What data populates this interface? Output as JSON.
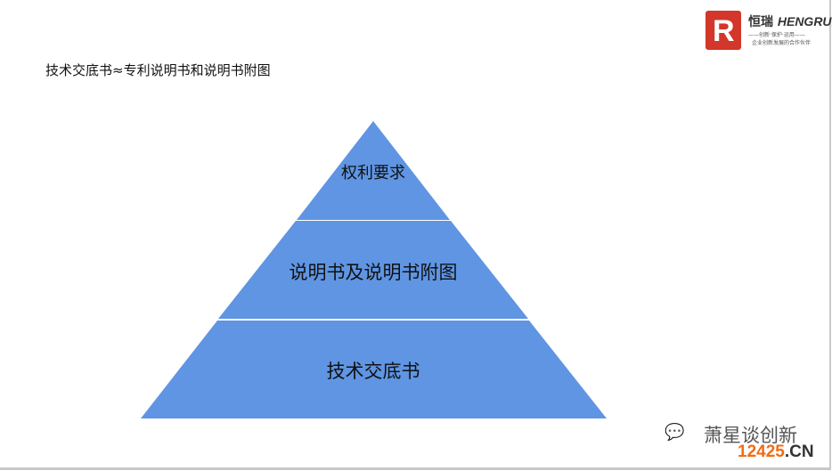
{
  "slide": {
    "title": "技术交底书≈专利说明书和说明书附图",
    "logo": {
      "brand_cn": "恒瑞",
      "brand_en": "HENGRUI",
      "slogan_top": "——创新·保护·运用——",
      "slogan_bottom": "企业创新发展的合作伙伴",
      "letter": "R"
    },
    "pyramid": {
      "fill": "#5f95e3",
      "levels": [
        "权利要求",
        "说明书及说明书附图",
        "技术交底书"
      ]
    },
    "watermark": {
      "name": "萧星谈创新",
      "url_num": "12425",
      "url_suffix": ".CN"
    }
  }
}
